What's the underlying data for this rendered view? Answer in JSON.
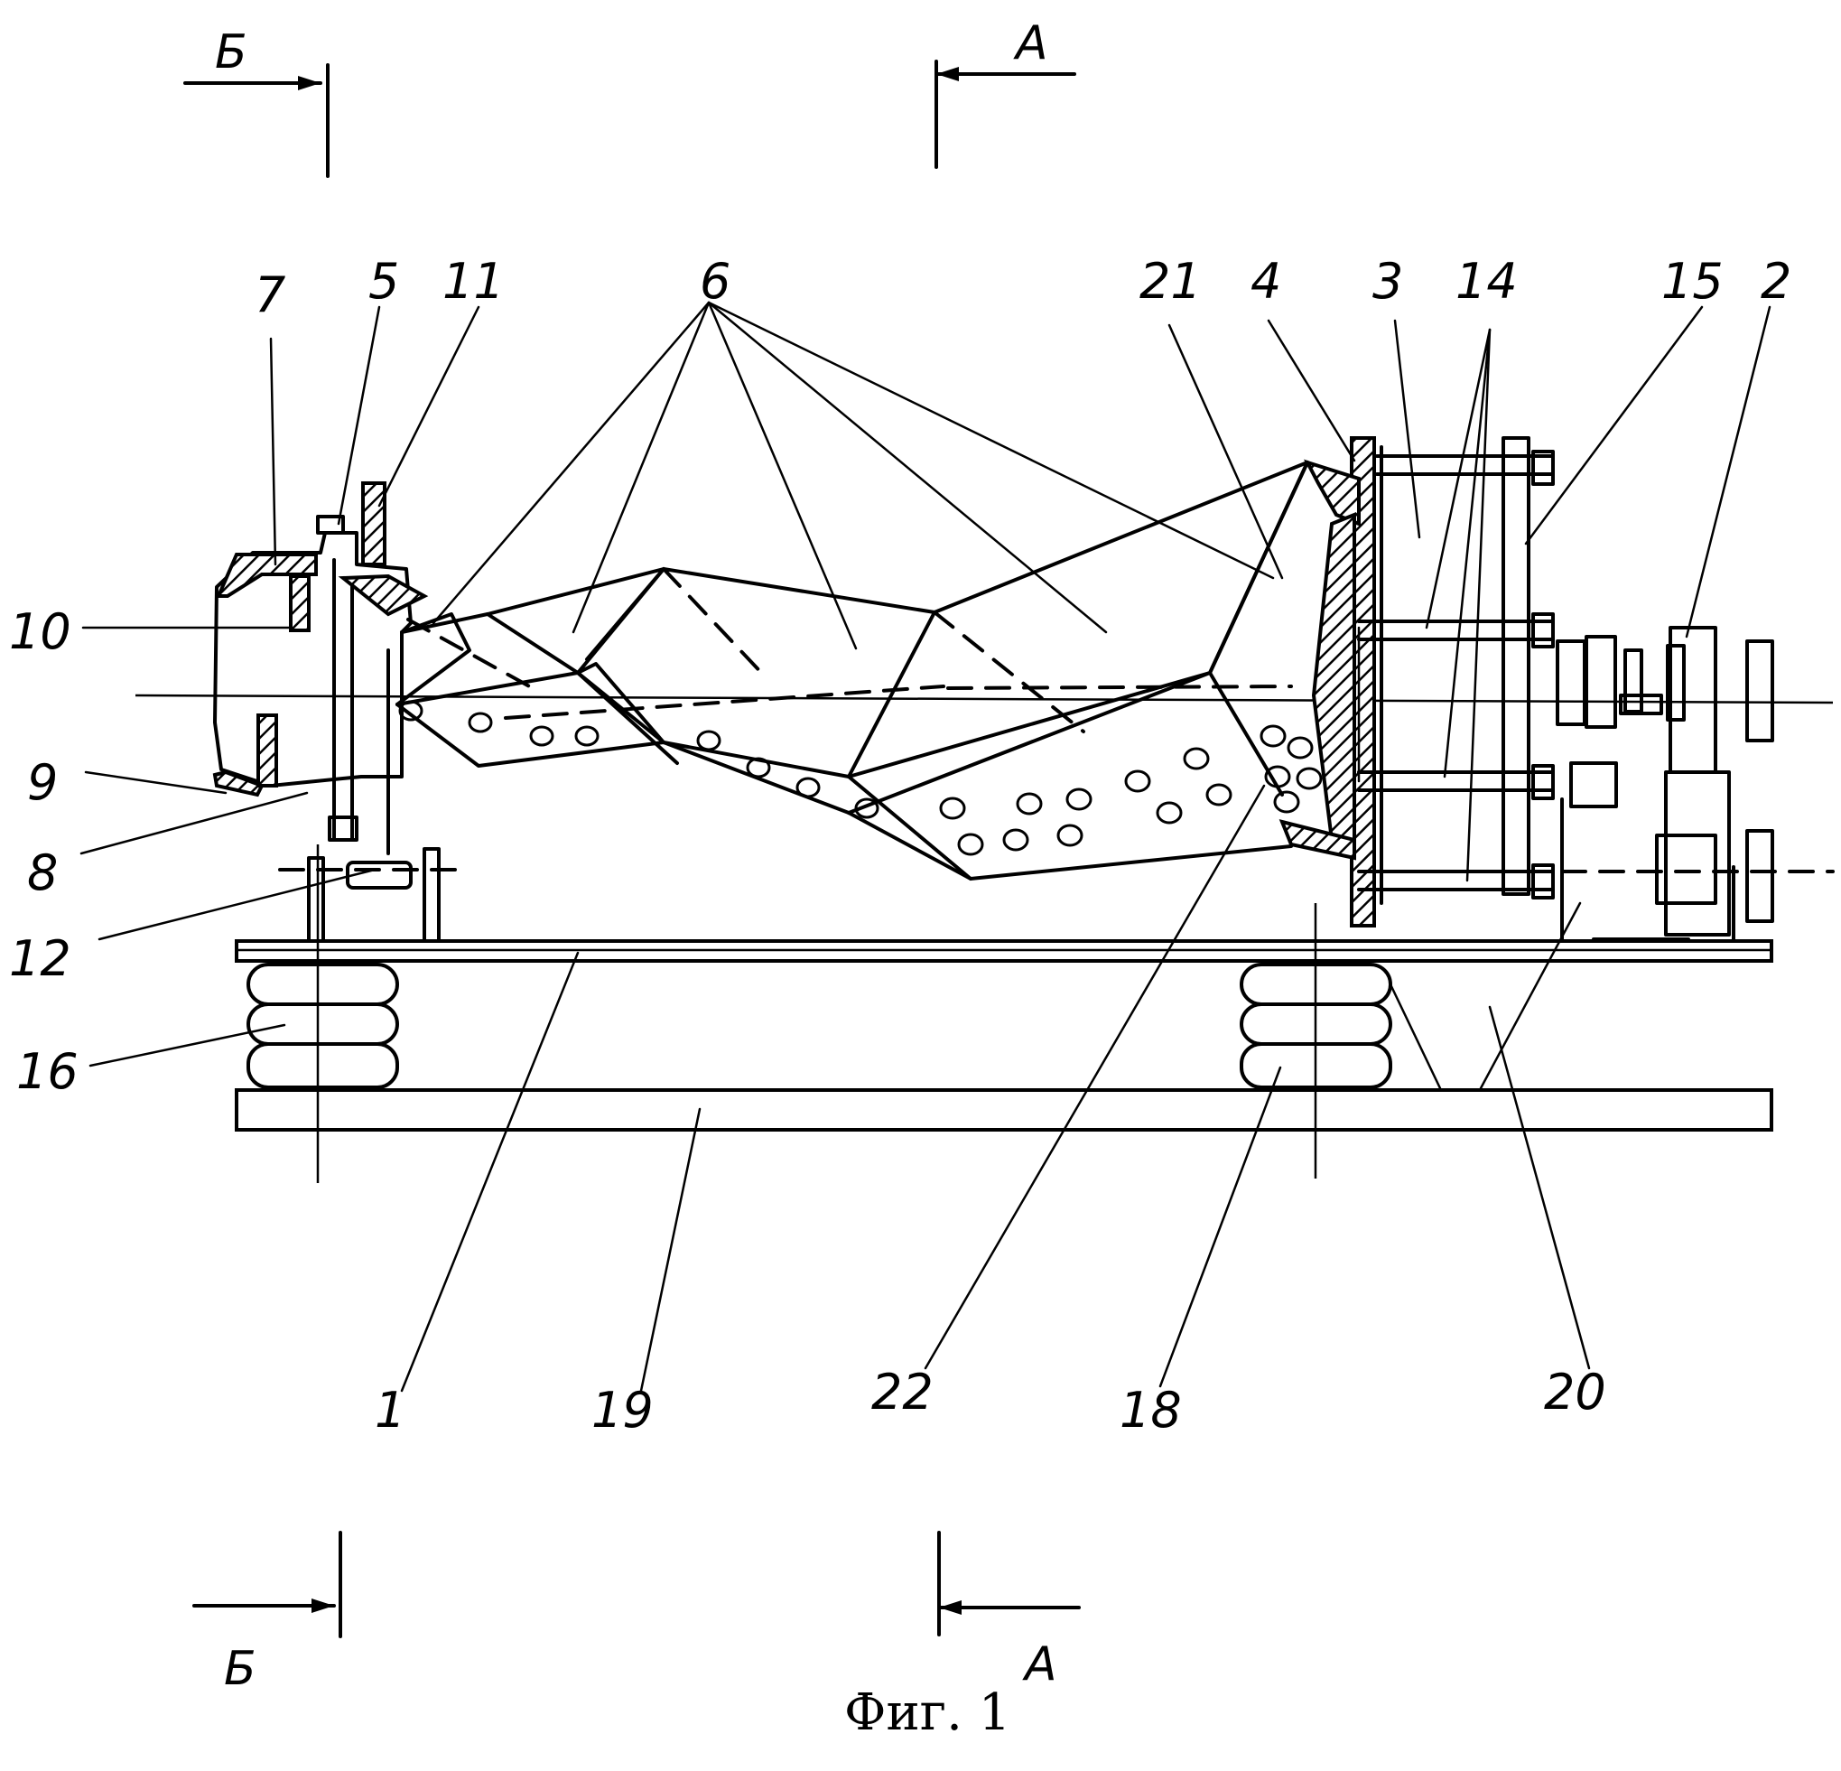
{
  "figure": {
    "caption": "Фиг. 1",
    "section_marks": {
      "A": "А",
      "B": "Б"
    },
    "labels": [
      "1",
      "2",
      "3",
      "4",
      "5",
      "6",
      "7",
      "8",
      "9",
      "10",
      "11",
      "12",
      "14",
      "15",
      "16",
      "18",
      "19",
      "20",
      "21",
      "22"
    ]
  }
}
